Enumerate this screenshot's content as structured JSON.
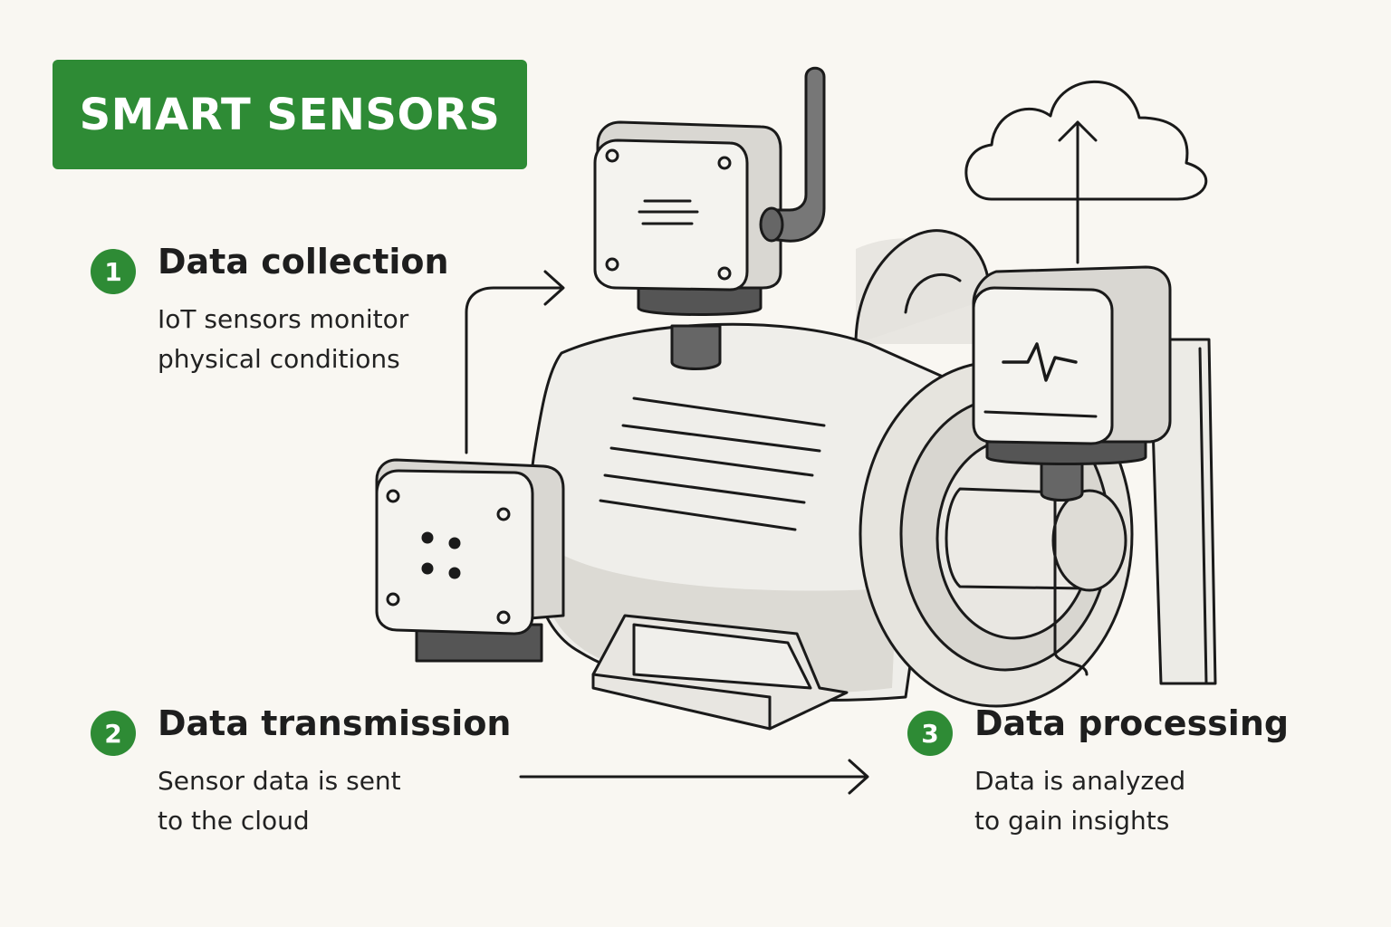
{
  "title": "SMART SENSORS",
  "steps": [
    {
      "number": "1",
      "title": "Data collection",
      "description": "IoT sensors monitor physical conditions"
    },
    {
      "number": "2",
      "title": "Data transmission",
      "description": "Sensor data is sent to the cloud"
    },
    {
      "number": "3",
      "title": "Data processing",
      "description": "Data is analyzed to gain insights"
    }
  ],
  "colors": {
    "accent": "#2e8b35",
    "background": "#f9f7f2",
    "outline": "#1a1a1a"
  },
  "icons": [
    "cloud-upload-icon",
    "pulse-icon",
    "arrow-right-icon",
    "antenna-icon",
    "motor-illustration"
  ]
}
